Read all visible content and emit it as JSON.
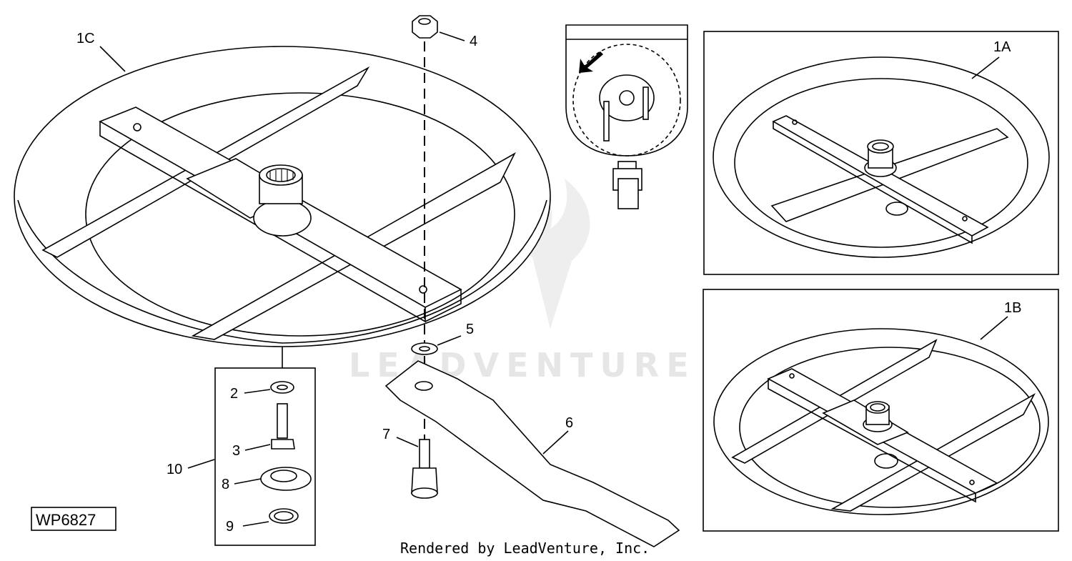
{
  "watermark": {
    "text": "LEADVENTURE"
  },
  "credit": "Rendered by LeadVenture, Inc.",
  "figure_id": "WP6827",
  "callouts": {
    "c1C": "1C",
    "c1A": "1A",
    "c1B": "1B",
    "c2": "2",
    "c3": "3",
    "c4": "4",
    "c5": "5",
    "c6": "6",
    "c7": "7",
    "c8": "8",
    "c9": "9",
    "c10": "10"
  }
}
